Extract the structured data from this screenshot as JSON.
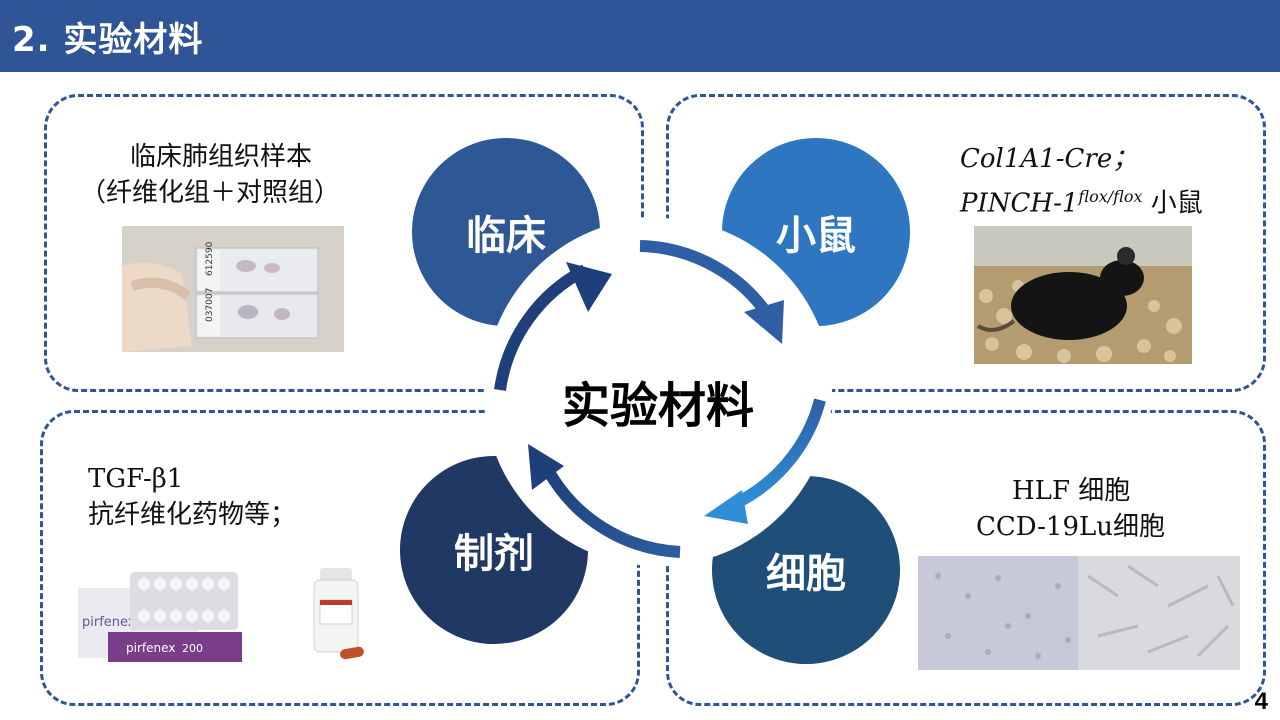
{
  "header": {
    "title": "2. 实验材料"
  },
  "center": {
    "label": "实验材料"
  },
  "circles": {
    "clinical": "临床",
    "mouse": "小鼠",
    "agents": "制剂",
    "cells": "细胞"
  },
  "panels": {
    "clinical": {
      "line1": "临床肺组织样本",
      "line2": "（纤维化组＋对照组）"
    },
    "mouse": {
      "line1": "Col1A1-Cre；",
      "line2_main": "PINCH-1",
      "line2_sup": "flox/flox",
      "line2_tail": " 小鼠"
    },
    "agents": {
      "line1": "TGF-β1",
      "line2": "抗纤维化药物等；"
    },
    "cells": {
      "line1": "HLF 细胞",
      "line2": "CCD-19Lu细胞"
    }
  },
  "images": {
    "slide_labels": [
      "612590",
      "037007"
    ],
    "drug_box_brand": "pirfenex",
    "drug_box_strength": "200"
  },
  "page_number": "4",
  "colors": {
    "header": "#2f5597",
    "clinical_circle": "#2e5895",
    "mouse_circle": "#2e77c0",
    "agents_circle": "#203864",
    "cells_circle": "#1f4e79"
  }
}
